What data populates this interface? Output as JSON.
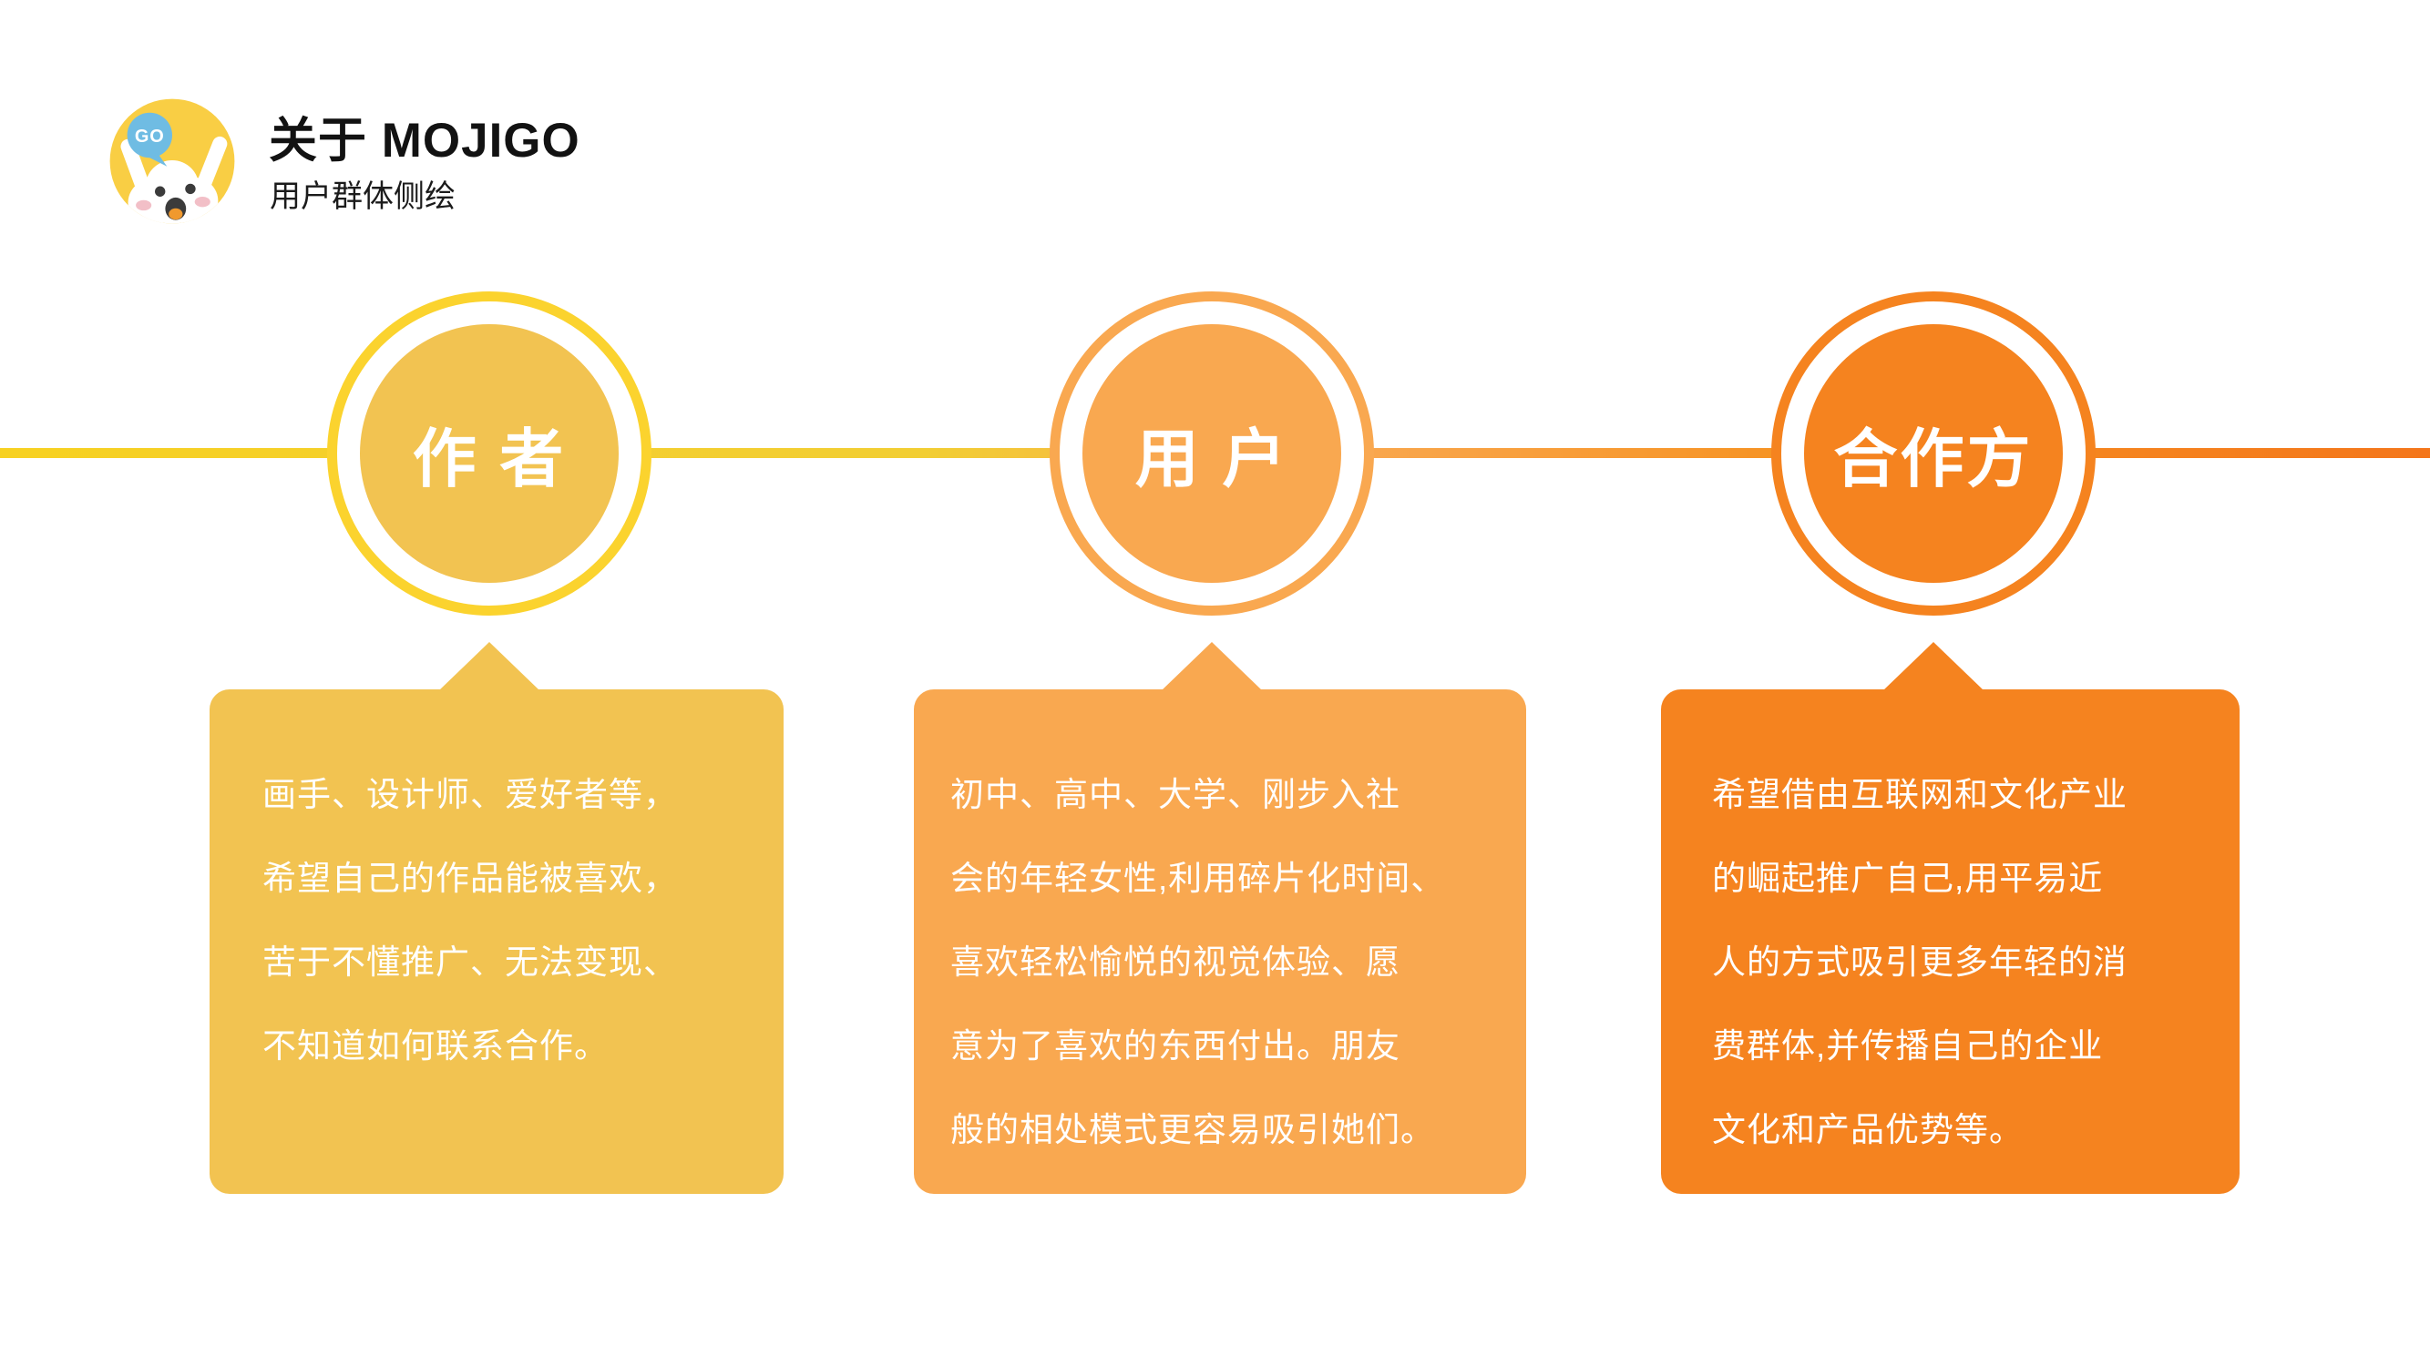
{
  "header": {
    "title": "关于 MOJIGO",
    "subtitle": "用户群体侧绘",
    "logo_bubble_text": "GO"
  },
  "colors": {
    "ring_yellow": "#fbd32e",
    "fill_gold": "#f2c351",
    "fill_orange": "#f9a850",
    "fill_deep_orange": "#f5831f",
    "line_gradient_left": "#f7d121",
    "line_gradient_right": "#f4761b",
    "logo_circle": "#f9ce44",
    "logo_bubble_blue": "#6fbce3",
    "text_on_cards": "#ffffff",
    "title_text": "#121212"
  },
  "nodes": [
    {
      "label": "作 者",
      "description": "画手、设计师、爱好者等，\n希望自己的作品能被喜欢，\n苦于不懂推广、无法变现、\n不知道如何联系合作。"
    },
    {
      "label": "用 户",
      "description": "初中、高中、大学、刚步入社\n会的年轻女性,利用碎片化时间、\n喜欢轻松愉悦的视觉体验、愿\n意为了喜欢的东西付出。朋友\n般的相处模式更容易吸引她们。"
    },
    {
      "label": "合作方",
      "description": "希望借由互联网和文化产业\n的崛起推广自己,用平易近\n人的方式吸引更多年轻的消\n费群体,并传播自己的企业\n文化和产品优势等。"
    }
  ]
}
